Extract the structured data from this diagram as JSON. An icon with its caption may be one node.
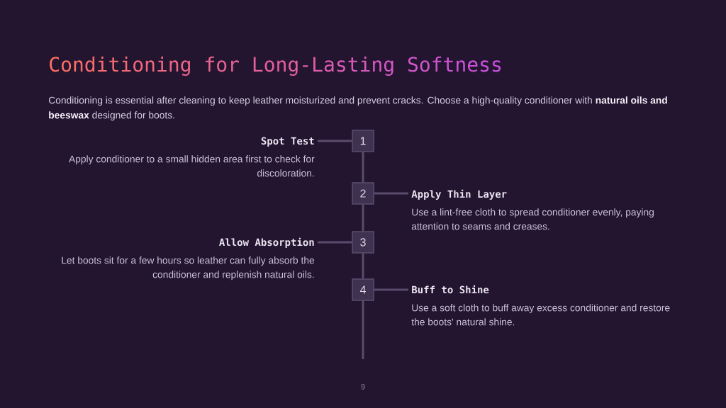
{
  "diagram": {
    "title": "Conditioning for Long-Lasting Softness",
    "nodes": [
      {
        "text": [
          "1"
        ]
      },
      {
        "text": [
          "Spot Test",
          "Apply conditioner to a small hidden area first to check for discoloration."
        ]
      },
      {
        "text": [
          "2"
        ]
      },
      {
        "text": [
          "Apply Thin Layer",
          "Use a lint-free cloth to spread conditioner evenly, paying attention to seams and creases."
        ]
      },
      {
        "text": [
          "3"
        ]
      },
      {
        "text": [
          "Allow Absorption",
          "Let boots sit for a few hours so leather can fully absorb the conditioner and replenish natural oils."
        ]
      },
      {
        "text": [
          "4"
        ]
      },
      {
        "text": [
          "Buff to Shine",
          "Use a soft cloth to buff away excess conditioner and restore the boots' natural shine."
        ]
      }
    ],
    "edges": [
      {
        "from": 0,
        "to": 1,
        "arrow": "none"
      },
      {
        "from": 2,
        "to": 3,
        "arrow": "none"
      },
      {
        "from": 4,
        "to": 5,
        "arrow": "none"
      },
      {
        "from": 6,
        "to": 7,
        "arrow": "none"
      },
      {
        "from": 0,
        "to": 2,
        "arrow": "none"
      },
      {
        "from": 2,
        "to": 4,
        "arrow": "none"
      },
      {
        "from": 4,
        "to": 6,
        "arrow": "none"
      },
      {
        "from": 6,
        "to": null,
        "arrow": "none"
      }
    ],
    "labels": [
      "Conditioning is essential after cleaning to keep leather moisturized and prevent cracks. Choose a high-quality conditioner with **natural oils and beeswax** designed for boots.",
      "9"
    ]
  }
}
